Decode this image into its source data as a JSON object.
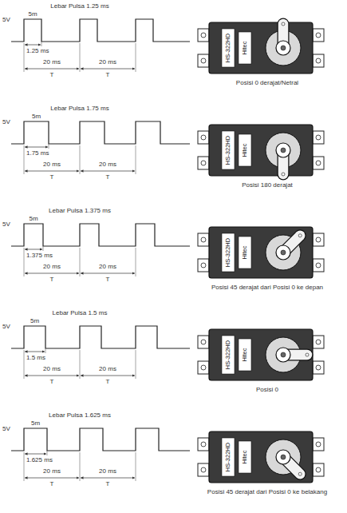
{
  "diagram": {
    "labels": [
      "Lebar Pulsa 1.25 ms",
      "5V",
      "5m",
      "1.25 ms",
      "20 ms",
      "20 ms",
      "T",
      "T",
      "Hitec",
      "HS-322HD",
      "Posisi 0 derajat/Netral",
      "Lebar Pulsa 1.75 ms",
      "5V",
      "5m",
      "1.75 ms",
      "20 ms",
      "20 ms",
      "T",
      "T",
      "Hitec",
      "HS-322HD",
      "Posisi 180 derajat",
      "Lebar Pulsa 1.375 ms",
      "5V",
      "5m",
      "1.375 ms",
      "20 ms",
      "20 ms",
      "T",
      "T",
      "Hitec",
      "HS-322HD",
      "Posisi 45 derajat dari Posisi 0 ke depan",
      "Lebar Pulsa 1.5 ms",
      "5V",
      "5m",
      "1.5 ms",
      "20 ms",
      "20 ms",
      "T",
      "T",
      "Hitec",
      "HS-322HD",
      "Posisi 0",
      "Lebar Pulsa 1.625 ms",
      "5V",
      "5m",
      "1.625 ms",
      "20 ms",
      "20 ms",
      "T",
      "T",
      "Hitec",
      "HS-322HD",
      "Posisi 45 derajat dari Posisi 0 ke belakang"
    ]
  }
}
